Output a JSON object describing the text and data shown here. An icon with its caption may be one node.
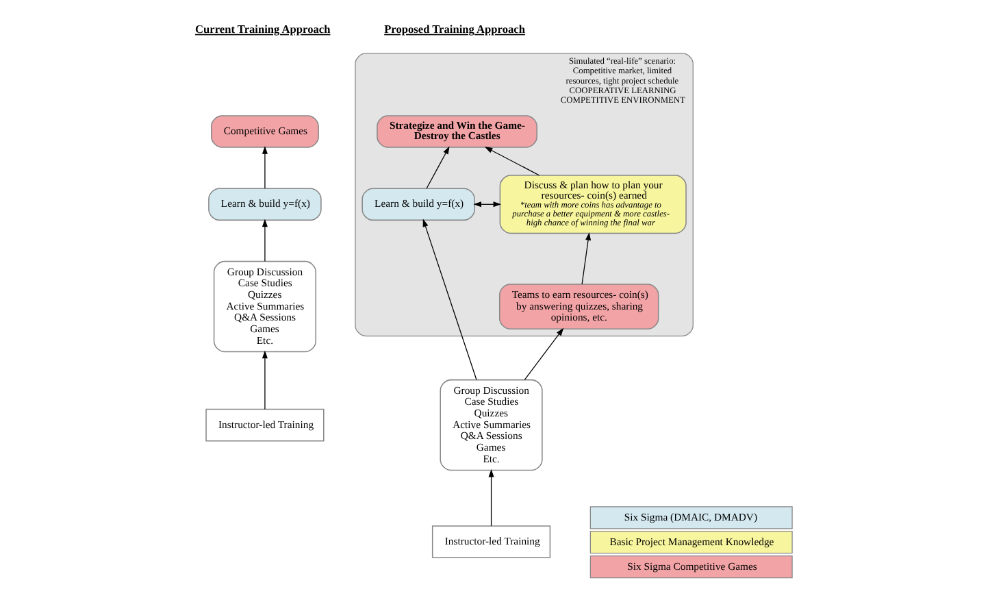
{
  "diagram": {
    "nodes": [
      {
        "text": [
          "Competitive Games"
        ]
      },
      {
        "text": [
          "Learn & build y=f(x)"
        ]
      },
      {
        "text": [
          "Group Discussion",
          "Case Studies",
          "Quizzes",
          "Active Summaries",
          "Q&A Sessions",
          "Games",
          "Etc."
        ]
      },
      {
        "text": [
          "Instructor-led Training"
        ]
      },
      {
        "text": [
          "Simulated “real-life” scenario: Competitive market, limited resources, tight project schedule",
          "COOPERATIVE LEARNING",
          "COMPETITIVE ENVIRONMENT"
        ]
      },
      {
        "text": [
          "Strategize and Win the Game- Destroy the Castles"
        ],
        "in": 4
      },
      {
        "text": [
          "Learn & build y=f(x)"
        ],
        "in": 4
      },
      {
        "text": [
          "Discuss & plan how to plan your resources- coin(s) earned",
          "*team with more coins has advantage to purchase a better equipment & more castles- high chance of winning the final war"
        ],
        "in": 4
      },
      {
        "text": [
          "Teams to earn resources- coin(s) by answering quizzes, sharing opinions, etc."
        ],
        "in": 4
      },
      {
        "text": [
          "Group Discussion",
          "Case Studies",
          "Quizzes",
          "Active Summaries",
          "Q&A Sessions",
          "Games",
          "Etc."
        ]
      },
      {
        "text": [
          "Instructor-led Training"
        ]
      }
    ],
    "edges": [
      {
        "from": 3,
        "to": 2,
        "arrow": "to"
      },
      {
        "from": 2,
        "to": 1,
        "arrow": "to"
      },
      {
        "from": 1,
        "to": 0,
        "arrow": "to"
      },
      {
        "from": 6,
        "to": 5,
        "arrow": "to"
      },
      {
        "from": 7,
        "to": 5,
        "arrow": "to"
      },
      {
        "from": 6,
        "to": 7,
        "arrow": "both"
      },
      {
        "from": 8,
        "to": 7,
        "arrow": "to"
      },
      {
        "from": 9,
        "to": 6,
        "arrow": "to"
      },
      {
        "from": 9,
        "to": 8,
        "arrow": "to"
      },
      {
        "from": 10,
        "to": 9,
        "arrow": "to"
      }
    ],
    "labels": [
      "Current Training Approach",
      "Proposed Training Approach"
    ],
    "legend": [
      {
        "text": "Six Sigma (DMAIC, DMADV)",
        "color": "#d3e8ef"
      },
      {
        "text": "Basic Project Management Knowledge",
        "color": "#f7f59e"
      },
      {
        "text": "Six Sigma Competitive Games",
        "color": "#f2a3a6"
      }
    ]
  }
}
